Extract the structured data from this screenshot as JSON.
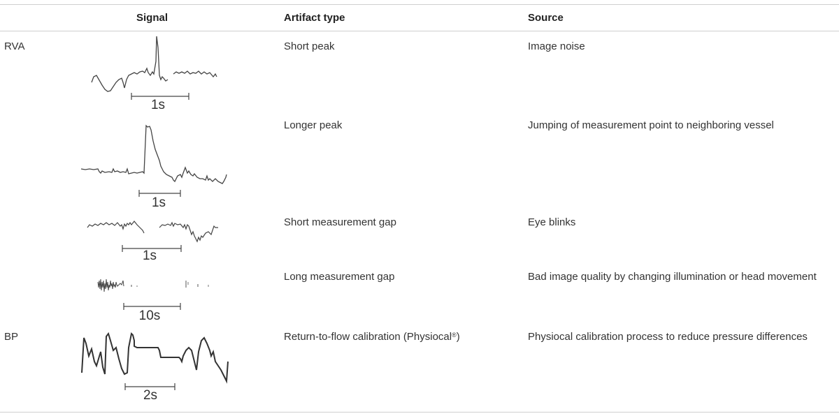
{
  "table": {
    "headers": {
      "signal": "Signal",
      "artifact_type": "Artifact type",
      "source": "Source"
    },
    "groups": {
      "rva": "RVA",
      "bp": "BP"
    },
    "rows": [
      {
        "artifact_type": "Short peak",
        "source": "Image noise",
        "scale": "1s"
      },
      {
        "artifact_type": "Longer peak",
        "source": "Jumping of measurement point to neighboring vessel",
        "scale": "1s"
      },
      {
        "artifact_type": "Short measurement gap",
        "source": "Eye blinks",
        "scale": "1s"
      },
      {
        "artifact_type": "Long measurement gap",
        "source": "Bad image quality by changing illumination or head movement",
        "scale": "10s"
      },
      {
        "artifact_type": "Return-to-flow calibration (Physiocal",
        "artifact_mark": "®",
        "artifact_close": ")",
        "source": "Physiocal calibration process to reduce pressure differences",
        "scale": "2s"
      }
    ]
  },
  "colors": {
    "rule": "#cfcfcf",
    "trace": "#444444",
    "text": "#333333"
  }
}
